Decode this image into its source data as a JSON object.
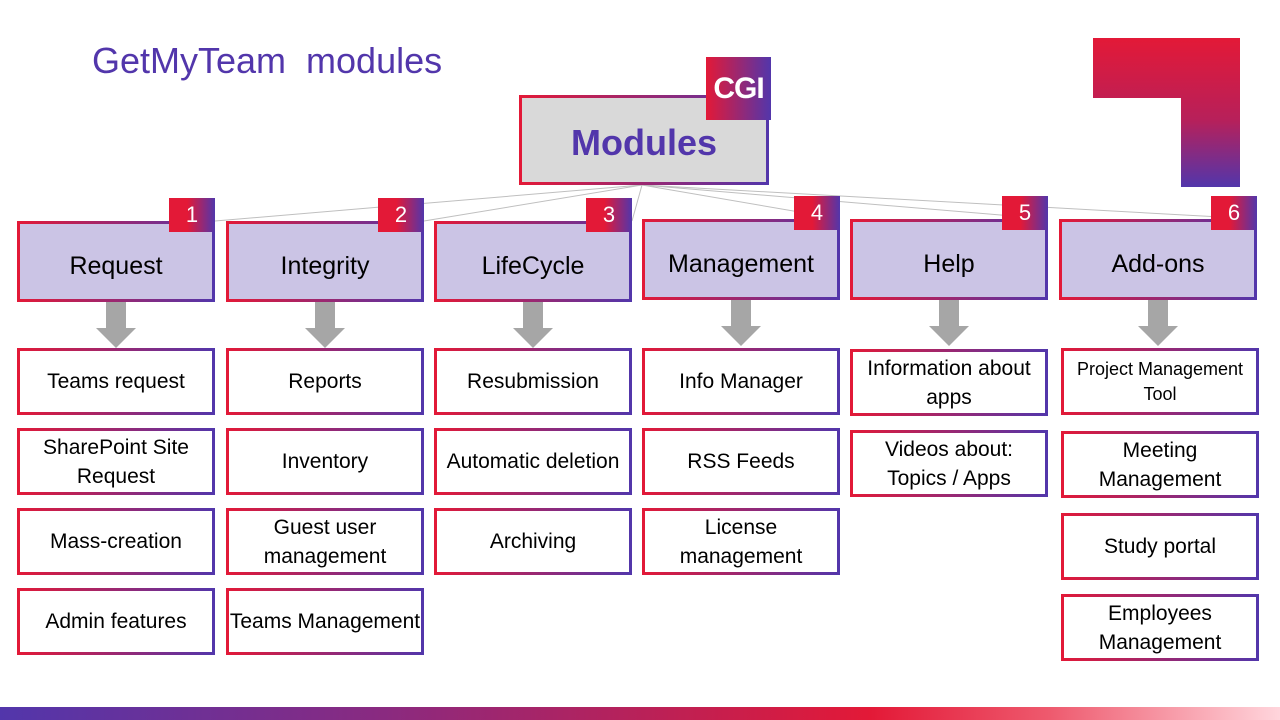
{
  "slide": {
    "title": "GetMyTeam  modules",
    "root": {
      "label": "Modules",
      "logo_text": "CGI"
    },
    "colors": {
      "brand_red": "#e31937",
      "brand_purple": "#5236ab",
      "module_fill": "#cbc4e5",
      "root_fill": "#d9d9d9",
      "arrow_gray": "#a6a6a6",
      "connector_gray": "#bfbfbf"
    },
    "modules": [
      {
        "number": "1",
        "label": "Request",
        "items": [
          "Teams request",
          "SharePoint Site Request",
          "Mass-creation",
          "Admin features"
        ]
      },
      {
        "number": "2",
        "label": "Integrity",
        "items": [
          "Reports",
          "Inventory",
          "Guest user management",
          "Teams Management"
        ]
      },
      {
        "number": "3",
        "label": "LifeCycle",
        "items": [
          "Resubmission",
          "Automatic deletion",
          "Archiving"
        ]
      },
      {
        "number": "4",
        "label": "Management",
        "items": [
          "Info Manager",
          "RSS Feeds",
          "License management"
        ]
      },
      {
        "number": "5",
        "label": "Help",
        "items": [
          "Information about apps",
          "Videos about: Topics / Apps"
        ]
      },
      {
        "number": "6",
        "label": "Add-ons",
        "items": [
          "Project Management  Tool",
          "Meeting Management",
          "Study portal",
          "Employees Management"
        ]
      }
    ]
  }
}
